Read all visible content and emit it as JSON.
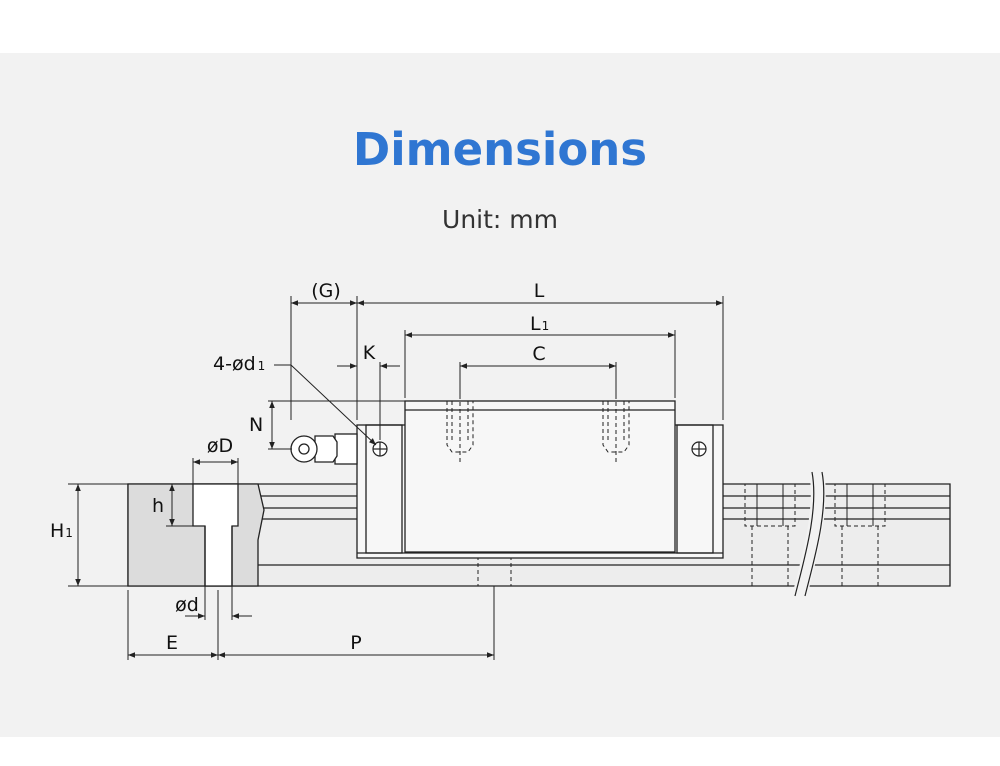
{
  "header": {
    "title": "Dimensions",
    "unit": "Unit: mm"
  },
  "labels": {
    "G": "(G)",
    "L": "L",
    "L1_main": "L",
    "L1_sub": "1",
    "C": "C",
    "K": "K",
    "holes_main": "4-ød",
    "holes_sub": "1",
    "N": "N",
    "D": "øD",
    "h": "h",
    "H1_main": "H",
    "H1_sub": "1",
    "d": "ød",
    "E": "E",
    "P": "P"
  },
  "colors": {
    "title": "#2f76d2",
    "background": "#f2f2f2",
    "line": "#222222",
    "section_fill": "#dcdcdc"
  }
}
